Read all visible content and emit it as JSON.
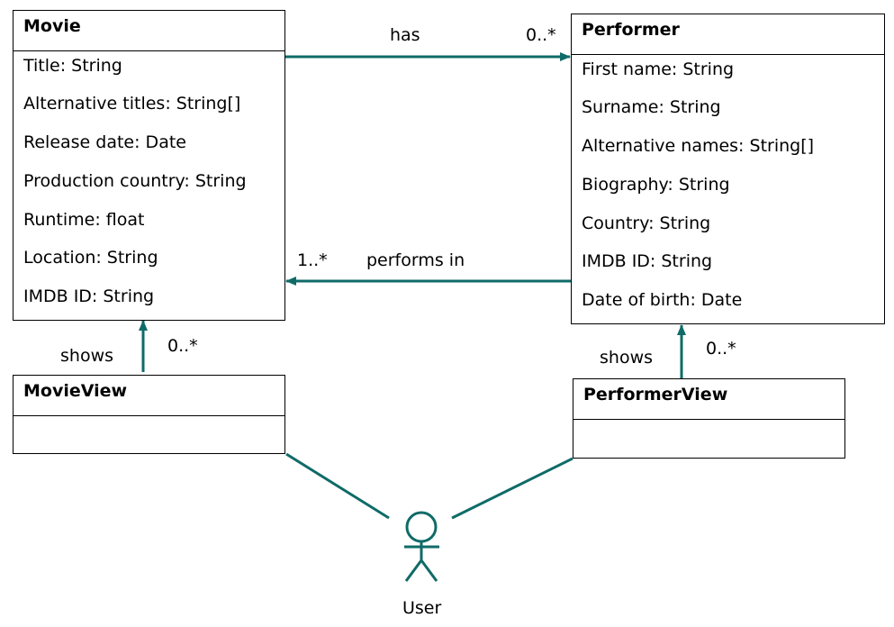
{
  "diagram": {
    "line_color": "#0f6b68",
    "classes": {
      "movie": {
        "name": "Movie",
        "attributes": [
          "Title: String",
          "Alternative titles: String[]",
          "Release date: Date",
          "Production country: String",
          "Runtime: float",
          "Location: String",
          "IMDB ID: String"
        ]
      },
      "performer": {
        "name": "Performer",
        "attributes": [
          "First name: String",
          "Surname: String",
          "Alternative names: String[]",
          "Biography: String",
          "Country: String",
          "IMDB ID: String",
          "Date of birth: Date"
        ]
      },
      "movieview": {
        "name": "MovieView",
        "attributes": []
      },
      "performerview": {
        "name": "PerformerView",
        "attributes": []
      }
    },
    "associations": {
      "has": {
        "label": "has",
        "multiplicity": "0..*"
      },
      "performs_in": {
        "label": "performs in",
        "multiplicity": "1..*"
      },
      "movieview_shows": {
        "label": "shows",
        "multiplicity": "0..*"
      },
      "performerview_shows": {
        "label": "shows",
        "multiplicity": "0..*"
      }
    },
    "actor": {
      "name": "User"
    }
  }
}
